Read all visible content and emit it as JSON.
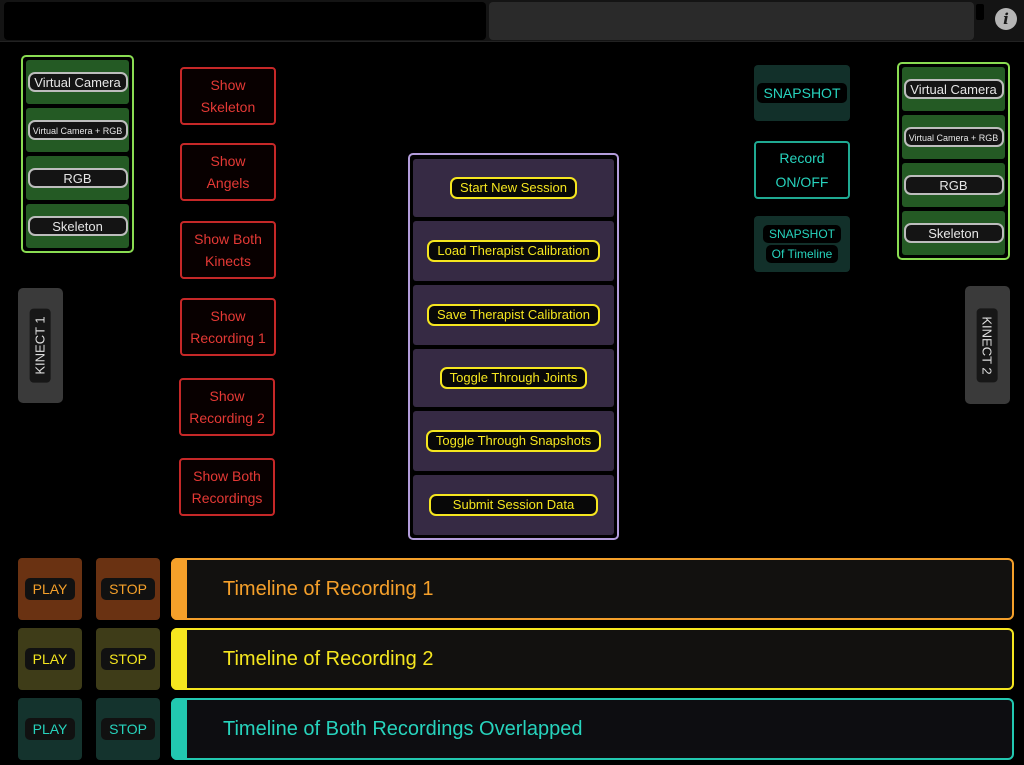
{
  "kinect1": {
    "label": "KINECT 1",
    "views": [
      "Virtual Camera",
      "Virtual Camera + RGB",
      "RGB",
      "Skeleton"
    ]
  },
  "kinect2": {
    "label": "KINECT 2",
    "views": [
      "Virtual Camera",
      "Virtual Camera + RGB",
      "RGB",
      "Skeleton"
    ]
  },
  "display_toggles": [
    {
      "line1": "Show",
      "line2": "Skeleton"
    },
    {
      "line1": "Show",
      "line2": "Angels"
    },
    {
      "line1": "Show Both",
      "line2": "Kinects"
    },
    {
      "line1": "Show",
      "line2": "Recording 1"
    },
    {
      "line1": "Show",
      "line2": "Recording 2"
    },
    {
      "line1": "Show Both",
      "line2": "Recordings"
    }
  ],
  "session_actions": [
    "Start New Session",
    "Load Therapist Calibration",
    "Save Therapist Calibration",
    "Toggle Through Joints",
    "Toggle Through Snapshots",
    "Submit Session Data"
  ],
  "recording_controls": {
    "snapshot": "SNAPSHOT",
    "record_line1": "Record",
    "record_line2": "ON/OFF",
    "snapshot_timeline_line1": "SNAPSHOT",
    "snapshot_timeline_line2": "Of Timeline"
  },
  "timelines": [
    {
      "play": "PLAY",
      "stop": "STOP",
      "title": "Timeline of Recording 1",
      "color": "#f5a02a"
    },
    {
      "play": "PLAY",
      "stop": "STOP",
      "title": "Timeline of Recording 2",
      "color": "#f5e61f"
    },
    {
      "play": "PLAY",
      "stop": "STOP",
      "title": "Timeline of Both Recordings Overlapped",
      "color": "#22c8b0"
    }
  ],
  "icons": {
    "info": "info-icon"
  },
  "colors": {
    "camera_green": "#8adc52",
    "toggle_red": "#e53935",
    "session_purple": "#b39ddb",
    "session_yellow": "#f5e61f",
    "teal": "#27d3bd",
    "orange": "#f5a02a"
  }
}
